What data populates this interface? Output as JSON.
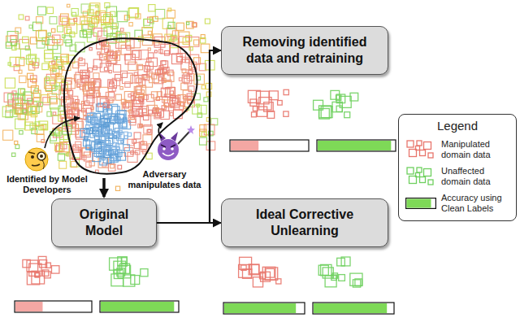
{
  "diagram": {
    "nodes": [
      {
        "text": [
          "Original Model"
        ]
      },
      {
        "text": [
          "Removing identified data and retraining"
        ]
      },
      {
        "text": [
          "Ideal Corrective Unlearning"
        ]
      },
      {
        "text": [
          "Legend"
        ]
      }
    ],
    "edges": [
      {
        "from": 0,
        "to": 1,
        "arrow": "to"
      },
      {
        "from": 0,
        "to": 2,
        "arrow": "to"
      }
    ],
    "labels": [
      "Identified by Model Developers",
      "Adversary manipulates data"
    ],
    "legend": [
      {
        "text": "Manipulated domain data",
        "color": "#e8756c"
      },
      {
        "text": "Unaffected domain data",
        "color": "#6fd05f"
      },
      {
        "text": "Accuracy using Clean Labels",
        "color": "#7ed957"
      }
    ]
  }
}
